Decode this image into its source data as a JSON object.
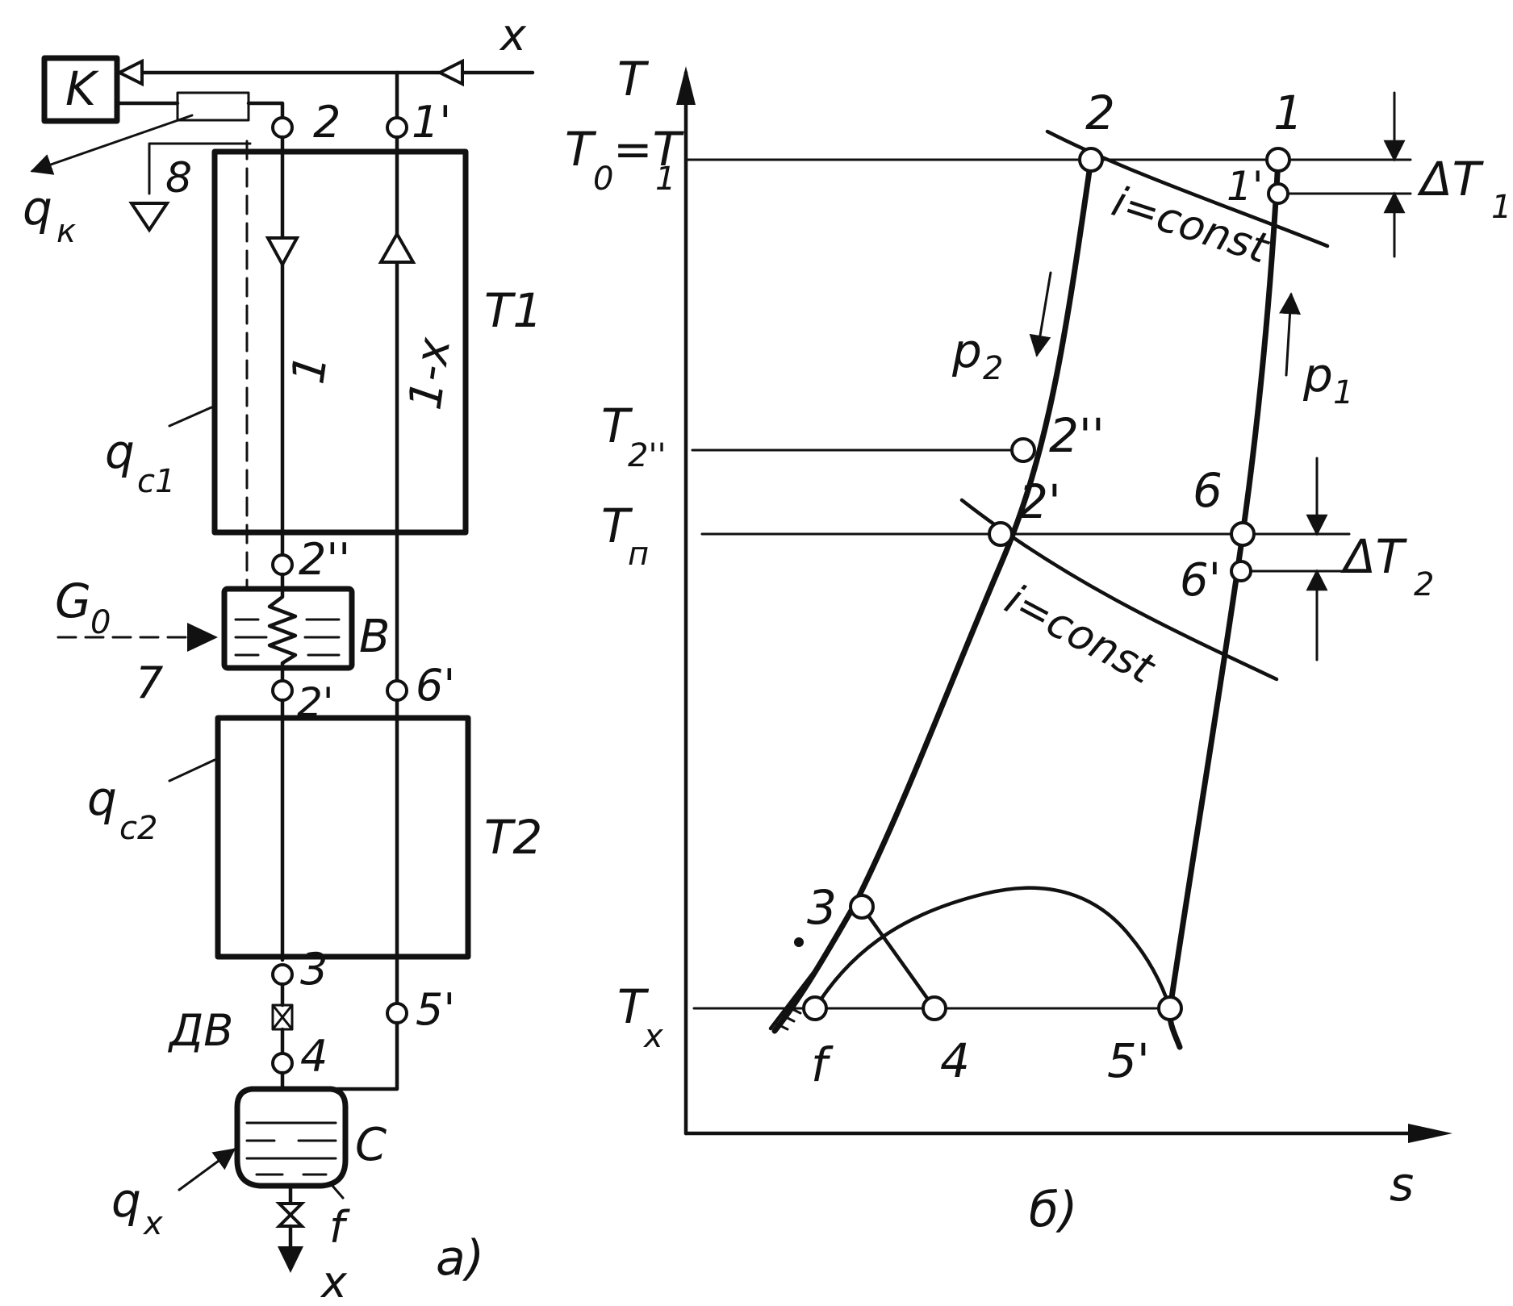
{
  "scheme": {
    "compressor": "K",
    "flow_x_top": "x",
    "q_k": "q",
    "q_k_sub": "к",
    "pt8": "8",
    "pt2": "2",
    "pt1p": "1'",
    "stream1": "1",
    "stream1x": "1-x",
    "T1": "T1",
    "q_c1": "q",
    "q_c1_sub": "c1",
    "pt2pp": "2''",
    "G0": "G",
    "G0_sub": "0",
    "B": "B",
    "pt7": "7",
    "pt2p": "2'",
    "pt6p": "6'",
    "q_c2": "q",
    "q_c2_sub": "c2",
    "T2": "T2",
    "pt3": "3",
    "pt5p": "5'",
    "DV": "ДВ",
    "pt4": "4",
    "C": "C",
    "q_x": "q",
    "q_x_sub": "x",
    "f": "f",
    "x_bottom": "x",
    "caption_a": "a)"
  },
  "ts": {
    "axis_T": "T",
    "axis_s": "s",
    "T0": "T",
    "T0_sub": "0",
    "T0_eq": "=T",
    "T0_eq_sub": "1",
    "T2pp": "T",
    "T2pp_sub": "2''",
    "Tn": "T",
    "Tn_sub": "п",
    "Tx": "T",
    "Tx_sub": "x",
    "p2": "p",
    "p2_sub": "2",
    "p1": "p",
    "p1_sub": "1",
    "pt2": "2",
    "pt1": "1",
    "pt1p": "1'",
    "dT1": "ΔT",
    "dT1_sub": "1",
    "iconst1": "i=const",
    "pt2pp": "2''",
    "pt2p": "2'",
    "pt6": "6",
    "pt6p": "6'",
    "dT2": "ΔT",
    "dT2_sub": "2",
    "iconst2": "i=const",
    "pt3": "3",
    "pt4": "4",
    "ptf": "f",
    "pt5p": "5'",
    "caption_b": "б)"
  }
}
